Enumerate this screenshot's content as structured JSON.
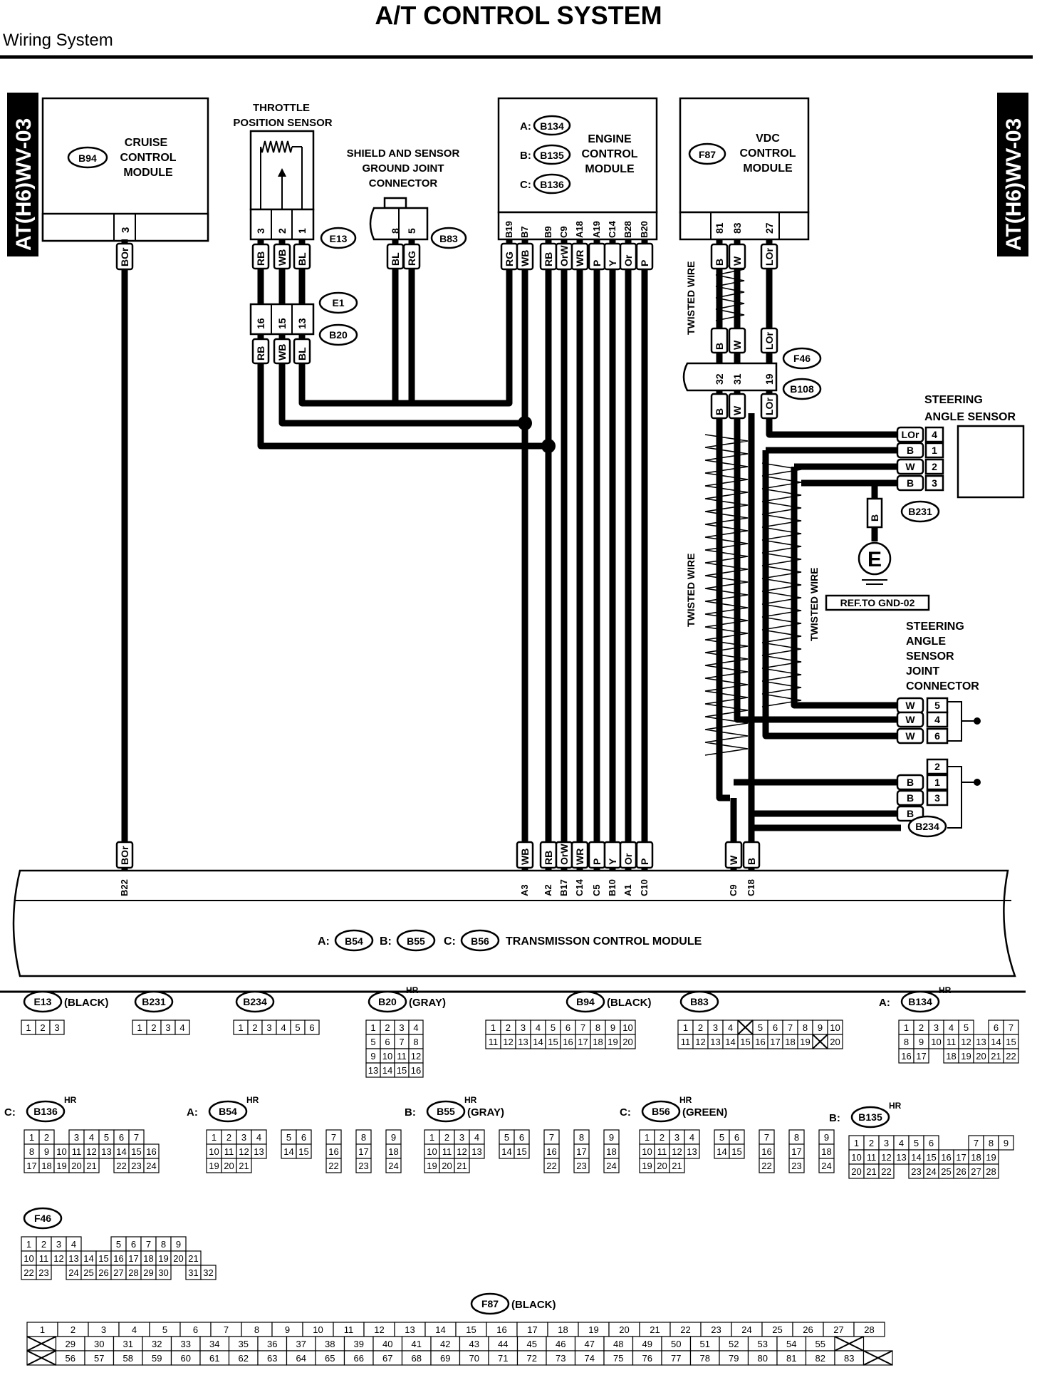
{
  "page": {
    "title": "A/T CONTROL SYSTEM",
    "section": "Wiring System",
    "side_code_left": "AT(H6)WV-03",
    "side_code_right": "AT(H6)WV-03"
  },
  "modules": {
    "cruise": {
      "label_lines": [
        "CRUISE",
        "CONTROL",
        "MODULE"
      ],
      "connector": "B94",
      "pin": "3"
    },
    "throttle": {
      "label_lines": [
        "THROTTLE",
        "POSITION SENSOR"
      ],
      "connector": "E13",
      "pins": [
        "3",
        "2",
        "1"
      ],
      "wires": [
        "RB",
        "WB",
        "BL"
      ]
    },
    "shield": {
      "label_lines": [
        "SHIELD AND SENSOR",
        "GROUND JOINT",
        "CONNECTOR"
      ],
      "connector": "B83",
      "pins": [
        "8",
        "5"
      ],
      "wires": [
        "BL",
        "RG"
      ]
    },
    "joint_e1_b20": {
      "connectors": [
        "E1",
        "B20"
      ],
      "pins": [
        "16",
        "15",
        "13"
      ],
      "wires": [
        "RB",
        "WB",
        "BL"
      ]
    },
    "engine": {
      "label_lines": [
        "ENGINE",
        "CONTROL",
        "MODULE"
      ],
      "connectors": [
        {
          "prefix": "A:",
          "id": "B134"
        },
        {
          "prefix": "B:",
          "id": "B135"
        },
        {
          "prefix": "C:",
          "id": "B136"
        }
      ],
      "pins": [
        "B19",
        "B7",
        "B9",
        "C9",
        "A18",
        "A19",
        "C14",
        "B28",
        "B20"
      ],
      "wires": [
        "RG",
        "WB",
        "RB",
        "OrW",
        "WR",
        "P",
        "Y",
        "Or",
        "P"
      ]
    },
    "vdc": {
      "label_lines": [
        "VDC",
        "CONTROL",
        "MODULE"
      ],
      "connector": "F87",
      "pins": [
        "81",
        "83",
        "27"
      ],
      "wires": [
        "B",
        "W",
        "LOr"
      ]
    },
    "f46_b108": {
      "connectors": [
        "F46",
        "B108"
      ],
      "pins": [
        "32",
        "31",
        "19"
      ],
      "wires_top": [
        "B",
        "W",
        "LOr"
      ],
      "wires_bottom": [
        "B",
        "W",
        "LOr"
      ]
    },
    "steering_sensor": {
      "label_lines": [
        "STEERING",
        "ANGLE SENSOR"
      ],
      "pins": [
        "4",
        "1",
        "2",
        "3"
      ],
      "wires": [
        "LOr",
        "B",
        "W",
        "B"
      ]
    },
    "ground": {
      "connector": "B231",
      "wire": "B",
      "symbol": "E",
      "ref": "REF.TO GND-02"
    },
    "steering_joint": {
      "label_lines": [
        "STEERING",
        "ANGLE",
        "SENSOR",
        "JOINT",
        "CONNECTOR"
      ],
      "connector": "B234",
      "pins_w": [
        "5",
        "4",
        "6"
      ],
      "wires_w": [
        "W",
        "W",
        "W"
      ],
      "pins_b": [
        "2",
        "1",
        "3"
      ],
      "wires_b": [
        "B",
        "B",
        "B"
      ]
    },
    "twisted_label": "TWISTED WIRE",
    "tcm": {
      "label": "TRANSMISSON CONTROL MODULE",
      "connectors": [
        {
          "prefix": "A:",
          "id": "B54"
        },
        {
          "prefix": "B:",
          "id": "B55"
        },
        {
          "prefix": "C:",
          "id": "B56"
        }
      ],
      "pins": [
        "B22",
        "A3",
        "A2",
        "B17",
        "C14",
        "C5",
        "B10",
        "A1",
        "C10",
        "C9",
        "C18"
      ],
      "wires": [
        "BOr",
        "WB",
        "RB",
        "OrW",
        "WR",
        "P",
        "Y",
        "Or",
        "P",
        "W",
        "B"
      ]
    }
  },
  "connector_views": [
    {
      "id": "E13",
      "prefix": "",
      "note": "(BLACK)",
      "hr": ""
    },
    {
      "id": "B231",
      "prefix": "",
      "note": "",
      "hr": ""
    },
    {
      "id": "B234",
      "prefix": "",
      "note": "",
      "hr": ""
    },
    {
      "id": "B20",
      "prefix": "",
      "note": "(GRAY)",
      "hr": "HR"
    },
    {
      "id": "B94",
      "prefix": "",
      "note": "(BLACK)",
      "hr": ""
    },
    {
      "id": "B83",
      "prefix": "",
      "note": "",
      "hr": ""
    },
    {
      "id": "B134",
      "prefix": "A:",
      "note": "",
      "hr": "HR"
    },
    {
      "id": "B136",
      "prefix": "C:",
      "note": "",
      "hr": "HR"
    },
    {
      "id": "B54",
      "prefix": "A:",
      "note": "",
      "hr": "HR"
    },
    {
      "id": "B55",
      "prefix": "B:",
      "note": "(GRAY)",
      "hr": "HR"
    },
    {
      "id": "B56",
      "prefix": "C:",
      "note": "(GREEN)",
      "hr": "HR"
    },
    {
      "id": "B135",
      "prefix": "B:",
      "note": "",
      "hr": "HR"
    },
    {
      "id": "F46",
      "prefix": "",
      "note": "",
      "hr": ""
    },
    {
      "id": "F87",
      "prefix": "",
      "note": "(BLACK)",
      "hr": ""
    }
  ],
  "pin_rows": {
    "E13": [
      [
        "1",
        "2",
        "3"
      ]
    ],
    "B231": [
      [
        "1",
        "2",
        "3",
        "4"
      ]
    ],
    "B234": [
      [
        "1",
        "2",
        "3",
        "4",
        "5",
        "6"
      ]
    ],
    "B20": [
      [
        "1",
        "2",
        "3",
        "4"
      ],
      [
        "5",
        "6",
        "7",
        "8"
      ],
      [
        "9",
        "10",
        "11",
        "12"
      ],
      [
        "13",
        "14",
        "15",
        "16"
      ]
    ],
    "B94": [
      [
        "1",
        "2",
        "3",
        "4",
        "5",
        "6",
        "7",
        "8",
        "9",
        "10"
      ],
      [
        "11",
        "12",
        "13",
        "14",
        "15",
        "16",
        "17",
        "18",
        "19",
        "20"
      ]
    ],
    "B83": [
      [
        "1",
        "2",
        "3",
        "4",
        "X",
        "5",
        "6",
        "7",
        "8",
        "9",
        "10"
      ],
      [
        "11",
        "12",
        "13",
        "14",
        "15",
        "16",
        "17",
        "18",
        "19",
        "X",
        "20"
      ]
    ],
    "B134": [
      [
        "1",
        "2",
        "3",
        "4",
        "5",
        "",
        "6",
        "7"
      ],
      [
        "8",
        "9",
        "10",
        "11",
        "12",
        "13",
        "14",
        "15"
      ],
      [
        "16",
        "17",
        "",
        "18",
        "19",
        "20",
        "21",
        "22"
      ]
    ],
    "B136": [
      [
        "1",
        "2",
        "",
        "3",
        "4",
        "5",
        "6",
        "7"
      ],
      [
        "8",
        "9",
        "10",
        "11",
        "12",
        "13",
        "14",
        "15",
        "16"
      ],
      [
        "17",
        "18",
        "19",
        "20",
        "21",
        "",
        "22",
        "23",
        "24"
      ]
    ],
    "B54": [
      [
        "1",
        "2",
        "3",
        "4",
        "",
        "5",
        "6",
        "",
        "7",
        "",
        "8",
        "",
        "9"
      ],
      [
        "10",
        "11",
        "12",
        "13",
        "",
        "14",
        "15",
        "",
        "16",
        "",
        "17",
        "",
        "18"
      ],
      [
        "19",
        "20",
        "21",
        "",
        "",
        "",
        "",
        "",
        "22",
        "",
        "23",
        "",
        "24"
      ]
    ],
    "B55": [
      [
        "1",
        "2",
        "3",
        "4",
        "",
        "5",
        "6",
        "",
        "7",
        "",
        "8",
        "",
        "9"
      ],
      [
        "10",
        "11",
        "12",
        "13",
        "",
        "14",
        "15",
        "",
        "16",
        "",
        "17",
        "",
        "18"
      ],
      [
        "19",
        "20",
        "21",
        "",
        "",
        "",
        "",
        "",
        "22",
        "",
        "23",
        "",
        "24"
      ]
    ],
    "B56": [
      [
        "1",
        "2",
        "3",
        "4",
        "",
        "5",
        "6",
        "",
        "7",
        "",
        "8",
        "",
        "9"
      ],
      [
        "10",
        "11",
        "12",
        "13",
        "",
        "14",
        "15",
        "",
        "16",
        "",
        "17",
        "",
        "18"
      ],
      [
        "19",
        "20",
        "21",
        "",
        "",
        "",
        "",
        "",
        "22",
        "",
        "23",
        "",
        "24"
      ]
    ],
    "B135": [
      [
        "1",
        "2",
        "3",
        "4",
        "5",
        "6",
        "",
        "",
        "7",
        "8",
        "9"
      ],
      [
        "10",
        "11",
        "12",
        "13",
        "14",
        "15",
        "16",
        "17",
        "18",
        "19"
      ],
      [
        "20",
        "21",
        "22",
        "",
        "23",
        "24",
        "25",
        "26",
        "27",
        "28"
      ]
    ],
    "F46": [
      [
        "1",
        "2",
        "3",
        "4",
        "",
        "",
        "5",
        "6",
        "7",
        "8",
        "9"
      ],
      [
        "10",
        "11",
        "12",
        "13",
        "14",
        "15",
        "16",
        "17",
        "18",
        "19",
        "20",
        "21"
      ],
      [
        "22",
        "23",
        "",
        "24",
        "25",
        "26",
        "27",
        "28",
        "29",
        "30",
        "",
        "31",
        "32"
      ]
    ],
    "F87": [
      [
        "1",
        "2",
        "3",
        "4",
        "5",
        "6",
        "7",
        "8",
        "9",
        "10",
        "11",
        "12",
        "13",
        "14",
        "15",
        "16",
        "17",
        "18",
        "19",
        "20",
        "21",
        "22",
        "23",
        "24",
        "25",
        "26",
        "27",
        "28"
      ],
      [
        "X",
        "29",
        "30",
        "31",
        "32",
        "33",
        "34",
        "35",
        "36",
        "37",
        "38",
        "39",
        "40",
        "41",
        "42",
        "43",
        "44",
        "45",
        "46",
        "47",
        "48",
        "49",
        "50",
        "51",
        "52",
        "53",
        "54",
        "55",
        "X"
      ],
      [
        "X",
        "56",
        "57",
        "58",
        "59",
        "60",
        "61",
        "62",
        "63",
        "64",
        "65",
        "66",
        "67",
        "68",
        "69",
        "70",
        "71",
        "72",
        "73",
        "74",
        "75",
        "76",
        "77",
        "78",
        "79",
        "80",
        "81",
        "82",
        "83",
        "X"
      ]
    ]
  }
}
